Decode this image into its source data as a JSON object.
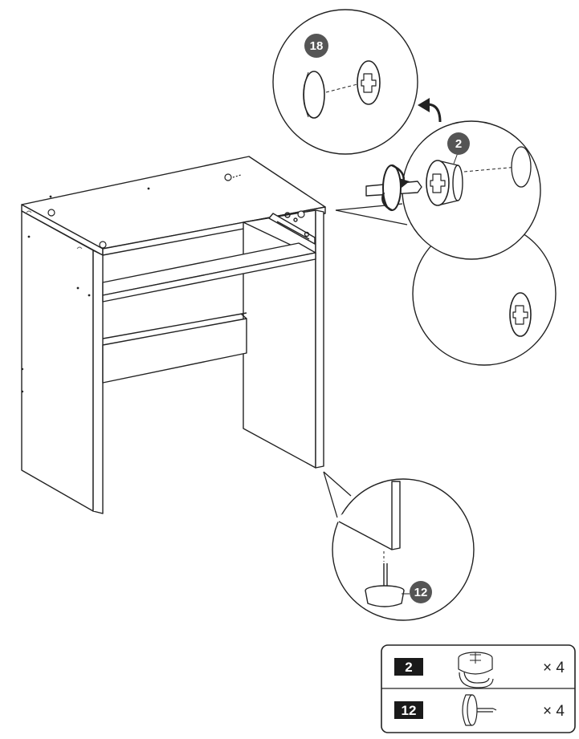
{
  "callouts": {
    "cap_part": "18",
    "cam_part": "2",
    "foot_part": "12"
  },
  "parts_list": [
    {
      "number": "2",
      "quantity": "× 4",
      "icon": "cam-lock-icon"
    },
    {
      "number": "12",
      "quantity": "× 4",
      "icon": "nail-glide-icon"
    }
  ],
  "colors": {
    "line": "#222222",
    "badge": "#555555",
    "label_bg": "#1a1a1a"
  }
}
